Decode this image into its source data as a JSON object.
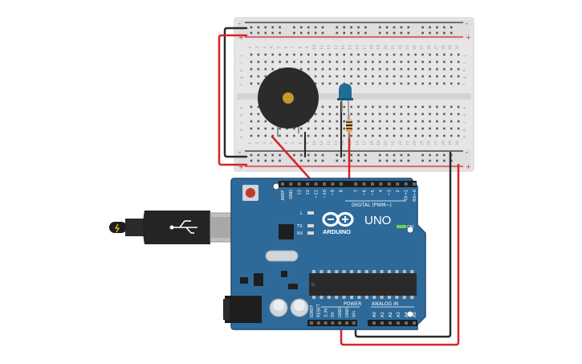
{
  "board": {
    "brand": "ARDUINO",
    "model": "UNO",
    "digital_header": "DIGITAL (PWM~)",
    "power_header": "POWER",
    "analog_header": "ANALOG IN",
    "on_label": "ON",
    "led_labels": [
      "L",
      "TX",
      "RX"
    ],
    "digital_pins": [
      "AREF",
      "GND",
      "13",
      "12",
      "~11",
      "~10",
      "~9",
      "8",
      "7",
      "~6",
      "~5",
      "4",
      "~3",
      "2",
      "TX→1",
      "RX←0"
    ],
    "power_pins": [
      "IOREF",
      "RESET",
      "3.3V",
      "5V",
      "GND",
      "GND",
      "Vin"
    ],
    "analog_pins": [
      "A0",
      "A1",
      "A2",
      "A3",
      "A4",
      "A5"
    ]
  },
  "breadboard": {
    "rail_plus": "+",
    "rail_minus": "-",
    "row_letters_top": [
      "j",
      "i",
      "h",
      "g",
      "f"
    ],
    "row_letters_bottom": [
      "e",
      "d",
      "c",
      "b",
      "a"
    ],
    "columns": [
      "1",
      "2",
      "3",
      "4",
      "5",
      "6",
      "7",
      "8",
      "9",
      "10",
      "11",
      "12",
      "13",
      "14",
      "15",
      "16",
      "17",
      "18",
      "19",
      "20",
      "21",
      "22",
      "23",
      "24",
      "25",
      "26",
      "27",
      "28",
      "29",
      "30"
    ]
  },
  "components": {
    "buzzer": "piezo-buzzer",
    "led": "blue-led",
    "resistor": "resistor",
    "usb": "usb-b-cable",
    "power_jack": "dc-barrel-jack"
  },
  "colors": {
    "board": "#2e6a99",
    "board_dark": "#1f4f78",
    "breadboard": "#e6e6e6",
    "wire_red": "#d7222a",
    "wire_black": "#2b2b2b",
    "led": "#1f6e95",
    "buzzer": "#2b2b2b",
    "buzzer_center": "#c49a2a"
  }
}
